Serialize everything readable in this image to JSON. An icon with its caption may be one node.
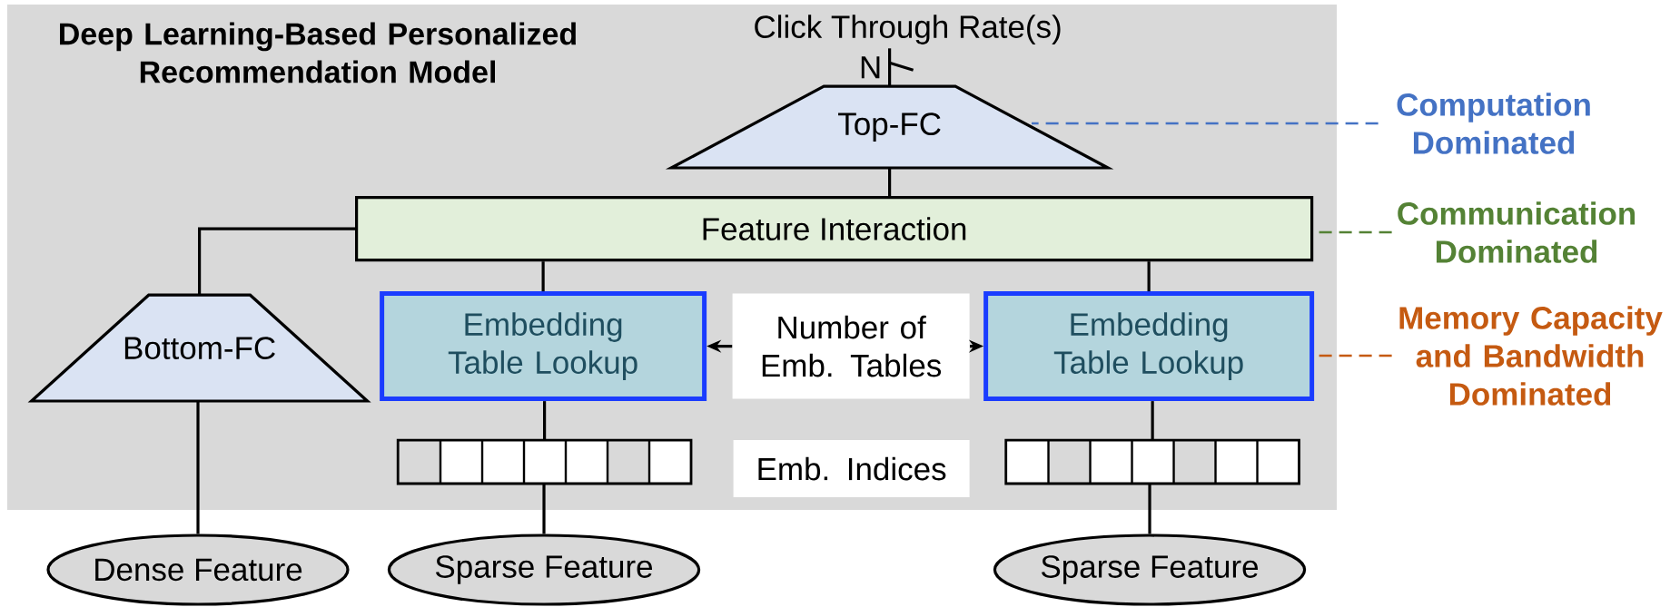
{
  "diagram": {
    "nodes": [
      {
        "text": [
          "Deep Learning-Based Personalized Recommendation Model"
        ]
      },
      {
        "text": [
          "Click Through Rate(s)"
        ],
        "in": 0
      },
      {
        "text": [
          "Top-FC"
        ],
        "in": 0
      },
      {
        "text": [
          "Feature Interaction"
        ],
        "in": 0
      },
      {
        "text": [
          "Bottom-FC"
        ],
        "in": 0
      },
      {
        "text": [
          "Embedding Table Lookup"
        ],
        "in": 0
      },
      {
        "text": [
          "Number of Emb. Tables"
        ],
        "in": 0
      },
      {
        "text": [
          "Embedding Table Lookup"
        ],
        "in": 0
      },
      {
        "text": [],
        "shape": "bar",
        "in": 0
      },
      {
        "text": [
          "Emb. Indices"
        ],
        "in": 0
      },
      {
        "text": [],
        "shape": "bar",
        "in": 0
      },
      {
        "text": [
          "Dense Feature"
        ]
      },
      {
        "text": [
          "Sparse Feature"
        ]
      },
      {
        "text": [
          "Sparse Feature"
        ]
      },
      {
        "text": [
          "Computation Dominated"
        ]
      },
      {
        "text": [
          "Communication Dominated"
        ]
      },
      {
        "text": [
          "Memory Capacity and Bandwidth Dominated"
        ]
      }
    ],
    "edges": [
      {
        "from": 2,
        "to": 1,
        "arrow": "none",
        "label": "N"
      },
      {
        "from": 3,
        "to": 2,
        "arrow": "none"
      },
      {
        "from": 4,
        "to": 3,
        "arrow": "none"
      },
      {
        "from": 5,
        "to": 3,
        "arrow": "none"
      },
      {
        "from": 7,
        "to": 3,
        "arrow": "none"
      },
      {
        "from": 8,
        "to": 5,
        "arrow": "none"
      },
      {
        "from": 10,
        "to": 7,
        "arrow": "none"
      },
      {
        "from": 11,
        "to": 4,
        "arrow": "none"
      },
      {
        "from": 12,
        "to": 8,
        "arrow": "none"
      },
      {
        "from": 13,
        "to": 10,
        "arrow": "none"
      },
      {
        "from": 6,
        "to": 5,
        "arrow": "to"
      },
      {
        "from": 6,
        "to": 7,
        "arrow": "to"
      },
      {
        "from": 14,
        "to": 2,
        "arrow": "none",
        "style": "dashed",
        "color": "#4472c4"
      },
      {
        "from": 15,
        "to": 3,
        "arrow": "none",
        "style": "dashed",
        "color": "#548235"
      },
      {
        "from": 16,
        "to": 7,
        "arrow": "none",
        "style": "dashed",
        "color": "#c55a11"
      }
    ]
  }
}
